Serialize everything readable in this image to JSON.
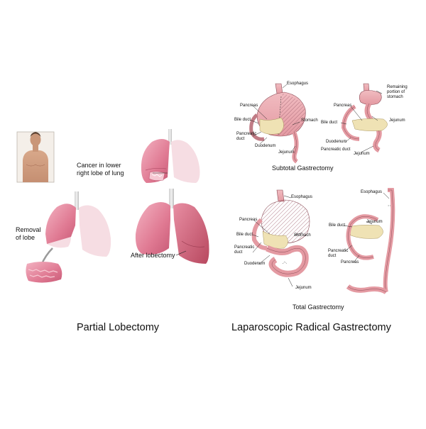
{
  "lobectomy": {
    "callout_tumor": "Cancer in lower\nright lobe of lung",
    "callout_removal": "Removal\nof lobe",
    "callout_after": "After lobectomy",
    "caption": "Partial Lobectomy"
  },
  "subtotal": {
    "labels": {
      "esophagus": "Esophagus",
      "pancreas": "Pancreas",
      "bile_duct": "Bile duct",
      "stomach": "Stomach",
      "pancreatic_duct": "Pancreatic\nduct",
      "duodenum": "Duodenum",
      "jejunum": "Jejunum",
      "remaining": "Remaining\nportion of\nstomach",
      "pancreas_r": "Pancreas",
      "bile_duct_r": "Bile duct",
      "jejunum_r": "Jejunum",
      "duodenum_r": "Duodenum",
      "pancreatic_duct_r": "Pancreatic duct",
      "jejunum_r2": "Jejunum"
    },
    "caption": "Subtotal Gastrectomy"
  },
  "total": {
    "labels": {
      "esophagus": "Esophagus",
      "pancreas": "Pancreas",
      "bile_duct": "Bile duct",
      "stomach": "Stomach",
      "pancreatic_duct": "Pancreatic\nduct",
      "duodenum": "Duodenum",
      "jejunum": "Jejunum",
      "esophagus_r": "Esophagus",
      "bile_duct_r": "Bile duct",
      "jejunum_r": "Jejunum",
      "pancreatic_duct_r": "Pancreatic\nduct",
      "pancreas_r": "Pancreas"
    },
    "caption": "Total Gastrectomy"
  },
  "captions": {
    "right_main": "Laparoscopic Radical Gastrectomy"
  },
  "colors": {
    "lung_pink": "#e07a93",
    "lung_faded": "#f6dde3",
    "stomach_pink": "#e9a6ad",
    "pancreas_yellow": "#efe2b4",
    "line": "#222222"
  }
}
